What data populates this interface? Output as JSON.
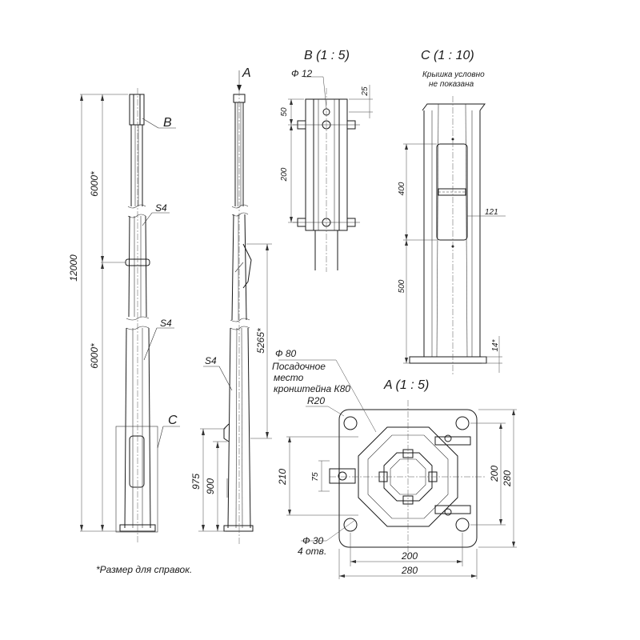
{
  "views": {
    "b_label": "B",
    "a_label": "A",
    "c_label": "C",
    "s4_top": "S4",
    "s4_mid": "S4",
    "s4_right": "S4",
    "view_b_title": "B (1 : 5)",
    "view_c_title": "C (1 : 10)",
    "view_a_title": "A (1 : 5)"
  },
  "dimensions": {
    "d12": "6000*",
    "d12000": "12000",
    "d6000_lower": "6000*",
    "d5265": "5265*",
    "d975": "975",
    "d900": "900",
    "phi12": "Ф 12",
    "b25": "25",
    "b50": "50",
    "b200": "200",
    "c400": "400",
    "c121": "121",
    "c500": "500",
    "c14": "14*",
    "phi80": "Ф 80",
    "r20": "R20",
    "a210": "210",
    "a75": "75",
    "a200_v": "200",
    "a280_v": "280",
    "a200_h": "200",
    "a280_h": "280",
    "phi30": "Ф 30",
    "holes": "4 отв."
  },
  "notes": {
    "cover_line1": "Крышка условно",
    "cover_line2": "не показана",
    "seat_line1": "Посадочное",
    "seat_line2": "место",
    "seat_line3": "кронштейна К80",
    "footnote": "*Размер для справок."
  }
}
